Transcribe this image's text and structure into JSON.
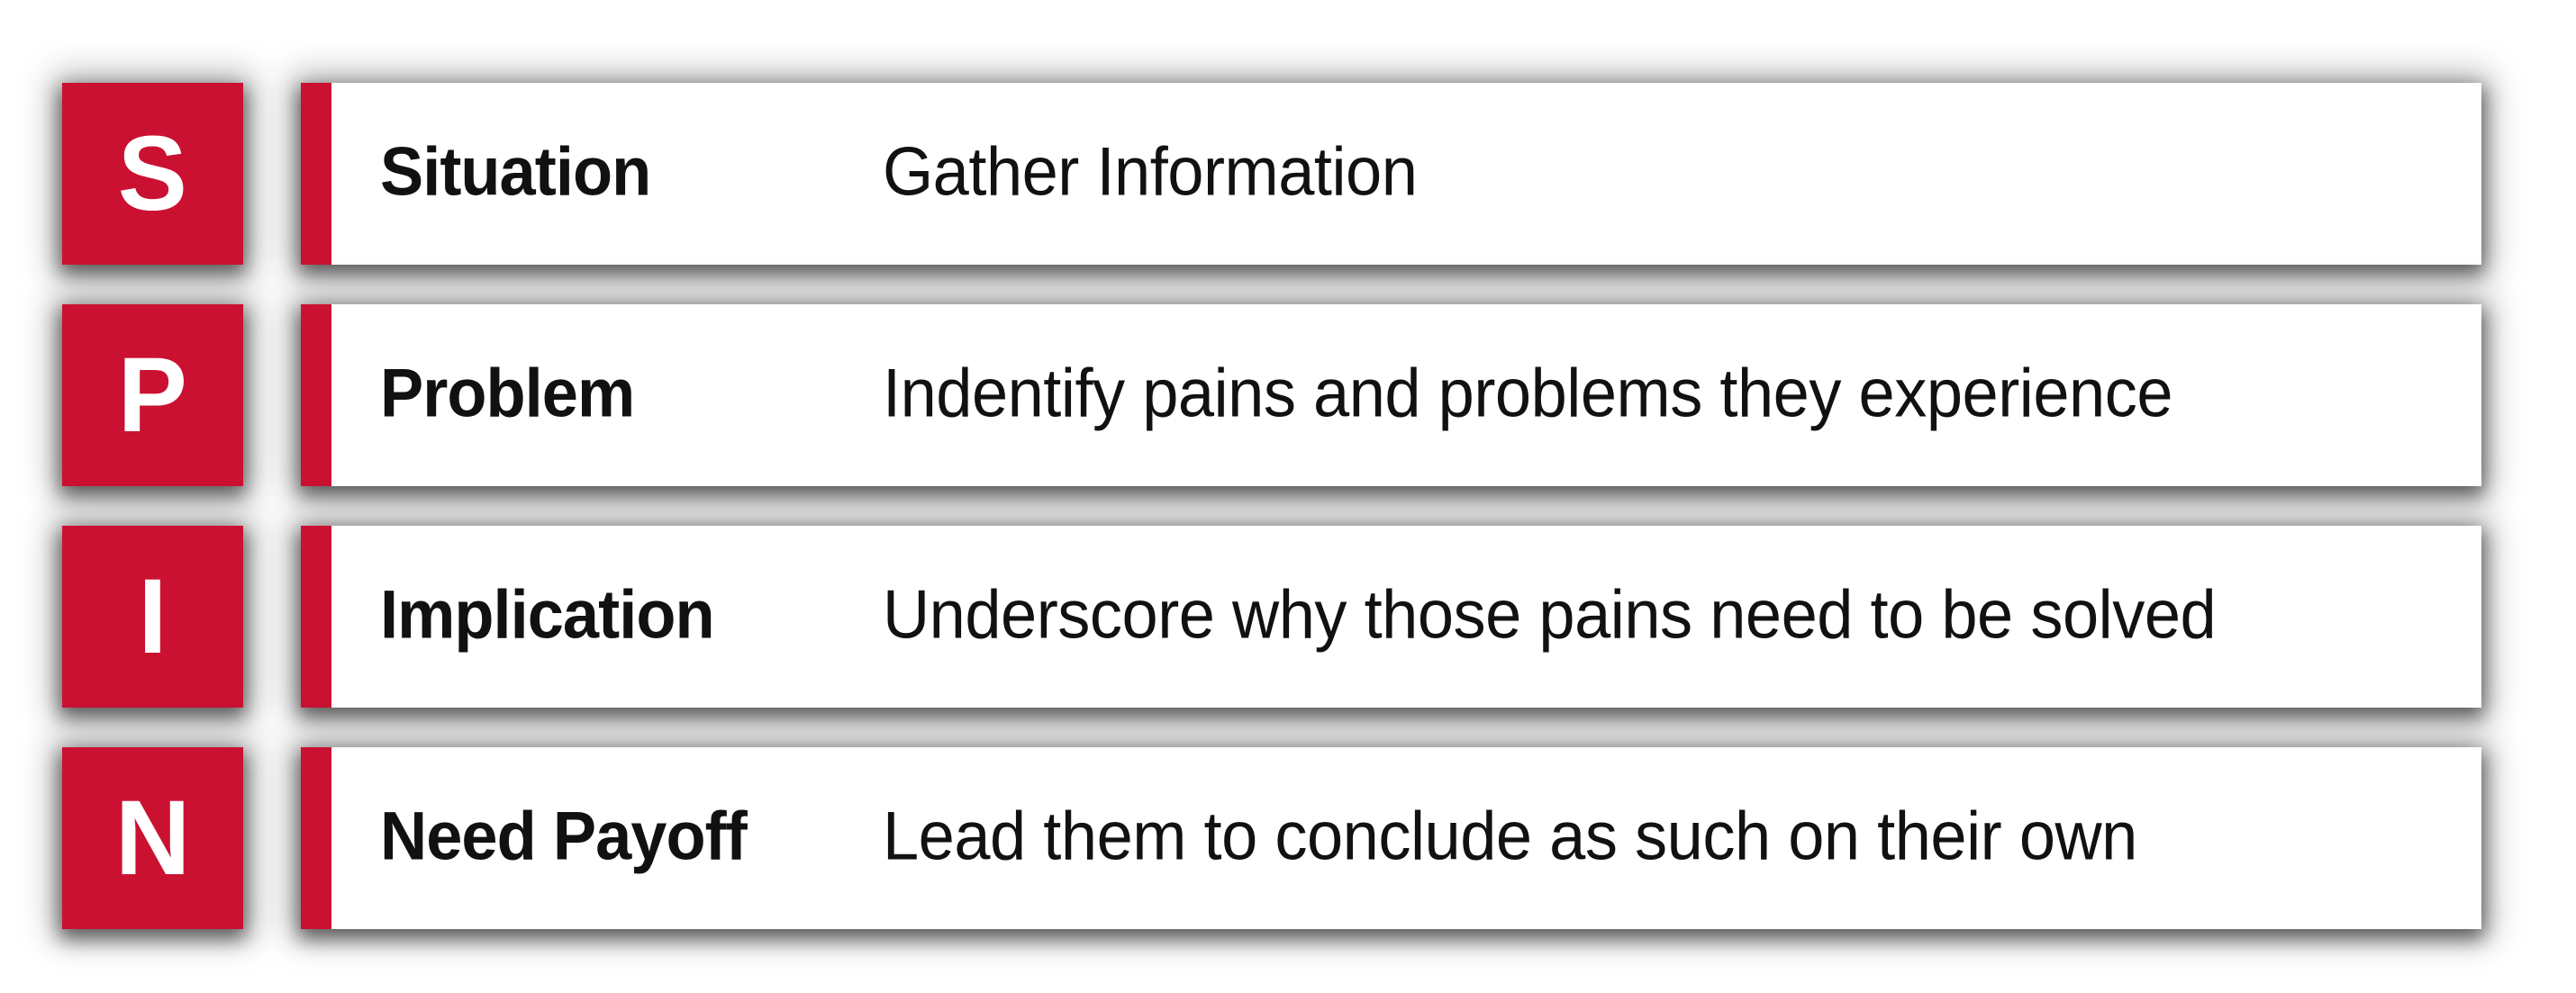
{
  "colors": {
    "accent_red": "#CB1132",
    "card_bg": "#FFFFFF",
    "page_bg": "#FFFFFF",
    "text": "#111111",
    "letter_text": "#FFFFFF"
  },
  "rows": [
    {
      "letter": "S",
      "term": "Situation",
      "description": "Gather Information"
    },
    {
      "letter": "P",
      "term": "Problem",
      "description": "Indentify pains and problems they experience"
    },
    {
      "letter": "I",
      "term": "Implication",
      "description": "Underscore why those pains need to be solved"
    },
    {
      "letter": "N",
      "term": "Need Payoff",
      "description": "Lead them to conclude as such on their own"
    }
  ]
}
